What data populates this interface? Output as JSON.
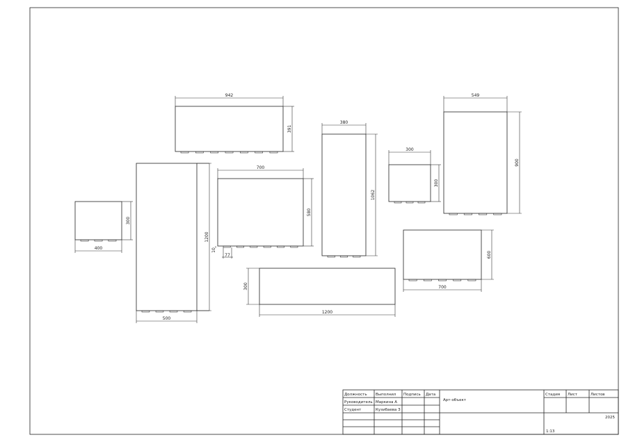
{
  "drawing": {
    "parts": [
      {
        "id": "box-top",
        "top": "942",
        "right": "391"
      },
      {
        "id": "box-small-left",
        "right": "300",
        "bottom": "400"
      },
      {
        "id": "box-tall",
        "right": "1200",
        "bottom": "500"
      },
      {
        "id": "box-middle",
        "top": "700",
        "right": "580",
        "foot_height": "10",
        "foot_width": "77"
      },
      {
        "id": "box-narrow",
        "top": "380",
        "right": "1062"
      },
      {
        "id": "box-small-right",
        "top": "300",
        "right": "300"
      },
      {
        "id": "box-right-tall",
        "top": "549",
        "right": "900"
      },
      {
        "id": "box-bottom-wide",
        "left": "300",
        "bottom": "1200"
      },
      {
        "id": "box-right-lower",
        "right": "600",
        "bottom": "700"
      }
    ]
  },
  "title_block": {
    "headers": [
      "Должность",
      "Выполнил",
      "Подпись",
      "Дата"
    ],
    "rows": [
      [
        "Руководитель",
        "Маркина А",
        "",
        ""
      ],
      [
        "Студент",
        "Кузибаева З",
        "",
        ""
      ]
    ],
    "project_name": "Арт-объект",
    "stage_label": "Стадия",
    "sheet_label": "Лист",
    "sheets_label": "Листов",
    "year": "2025",
    "scale": "1:13"
  }
}
